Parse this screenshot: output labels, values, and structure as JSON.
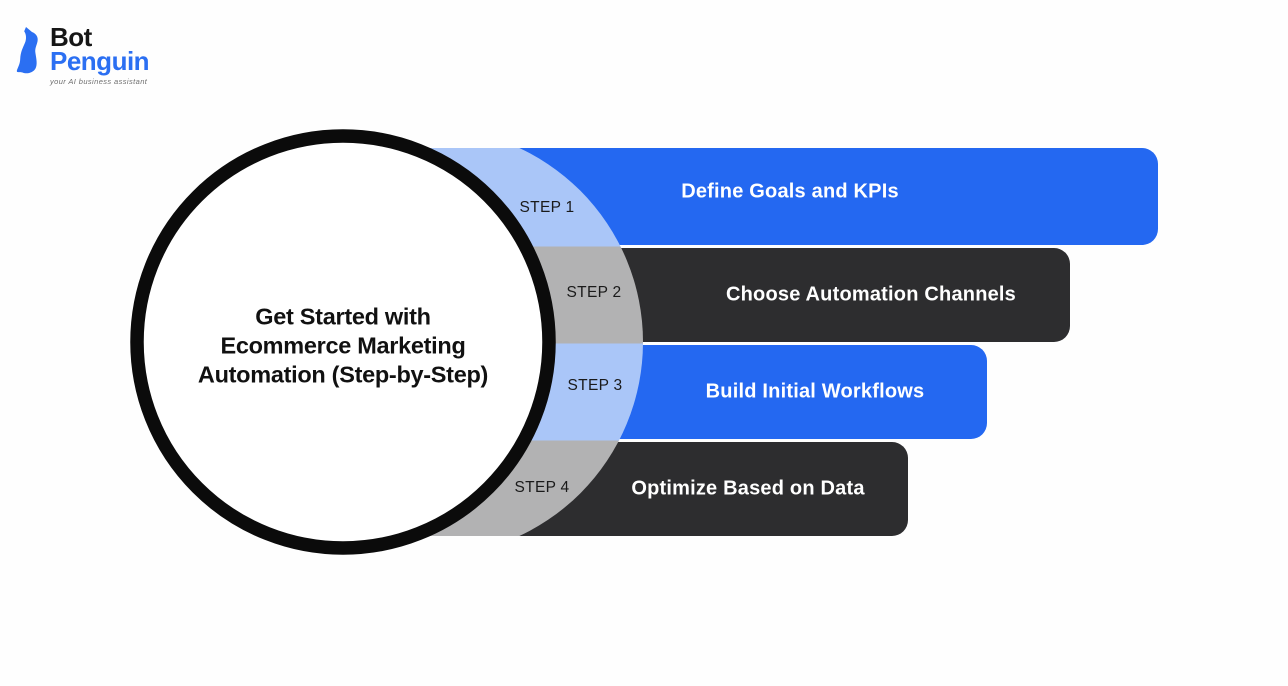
{
  "logo": {
    "brand_top": "Bot",
    "brand_bottom": "Penguin",
    "tagline": "your AI business assistant"
  },
  "title": {
    "line1": "Get Started with",
    "line2": "Ecommerce Marketing",
    "line3": "Automation (Step-by-Step)"
  },
  "steps": [
    {
      "label": "STEP 1",
      "text": "Define Goals and KPIs",
      "variant": "blue"
    },
    {
      "label": "STEP 2",
      "text": "Choose Automation Channels",
      "variant": "dark"
    },
    {
      "label": "STEP 3",
      "text": "Build Initial Workflows",
      "variant": "blue"
    },
    {
      "label": "STEP 4",
      "text": "Optimize Based on Data",
      "variant": "dark"
    }
  ],
  "colors": {
    "bar_blue": "#2468f1",
    "bar_dark": "#2d2d2f",
    "arc_light_blue": "#aac6f8",
    "arc_gray": "#b2b2b3",
    "circle_border": "#0b0b0b",
    "circle_fill": "#ffffff",
    "title_text": "#111111",
    "bar_text": "#ffffff",
    "logo_black": "#161616",
    "logo_blue": "#2b6ff2",
    "tagline_gray": "#6e6e6e",
    "background": "#fefefe"
  }
}
